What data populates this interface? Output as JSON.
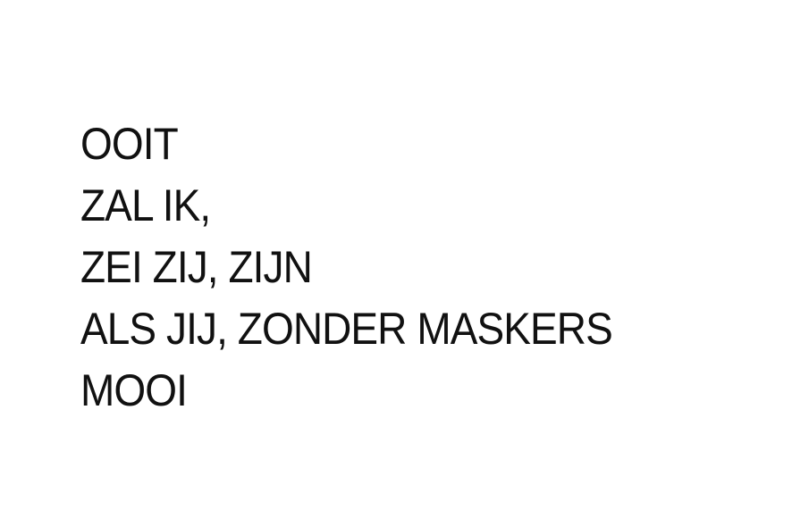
{
  "poem": {
    "lines": [
      "OOIT",
      "ZAL IK,",
      "ZEI ZIJ, ZIJN",
      "ALS JIJ, ZONDER MASKERS",
      "MOOI"
    ]
  }
}
